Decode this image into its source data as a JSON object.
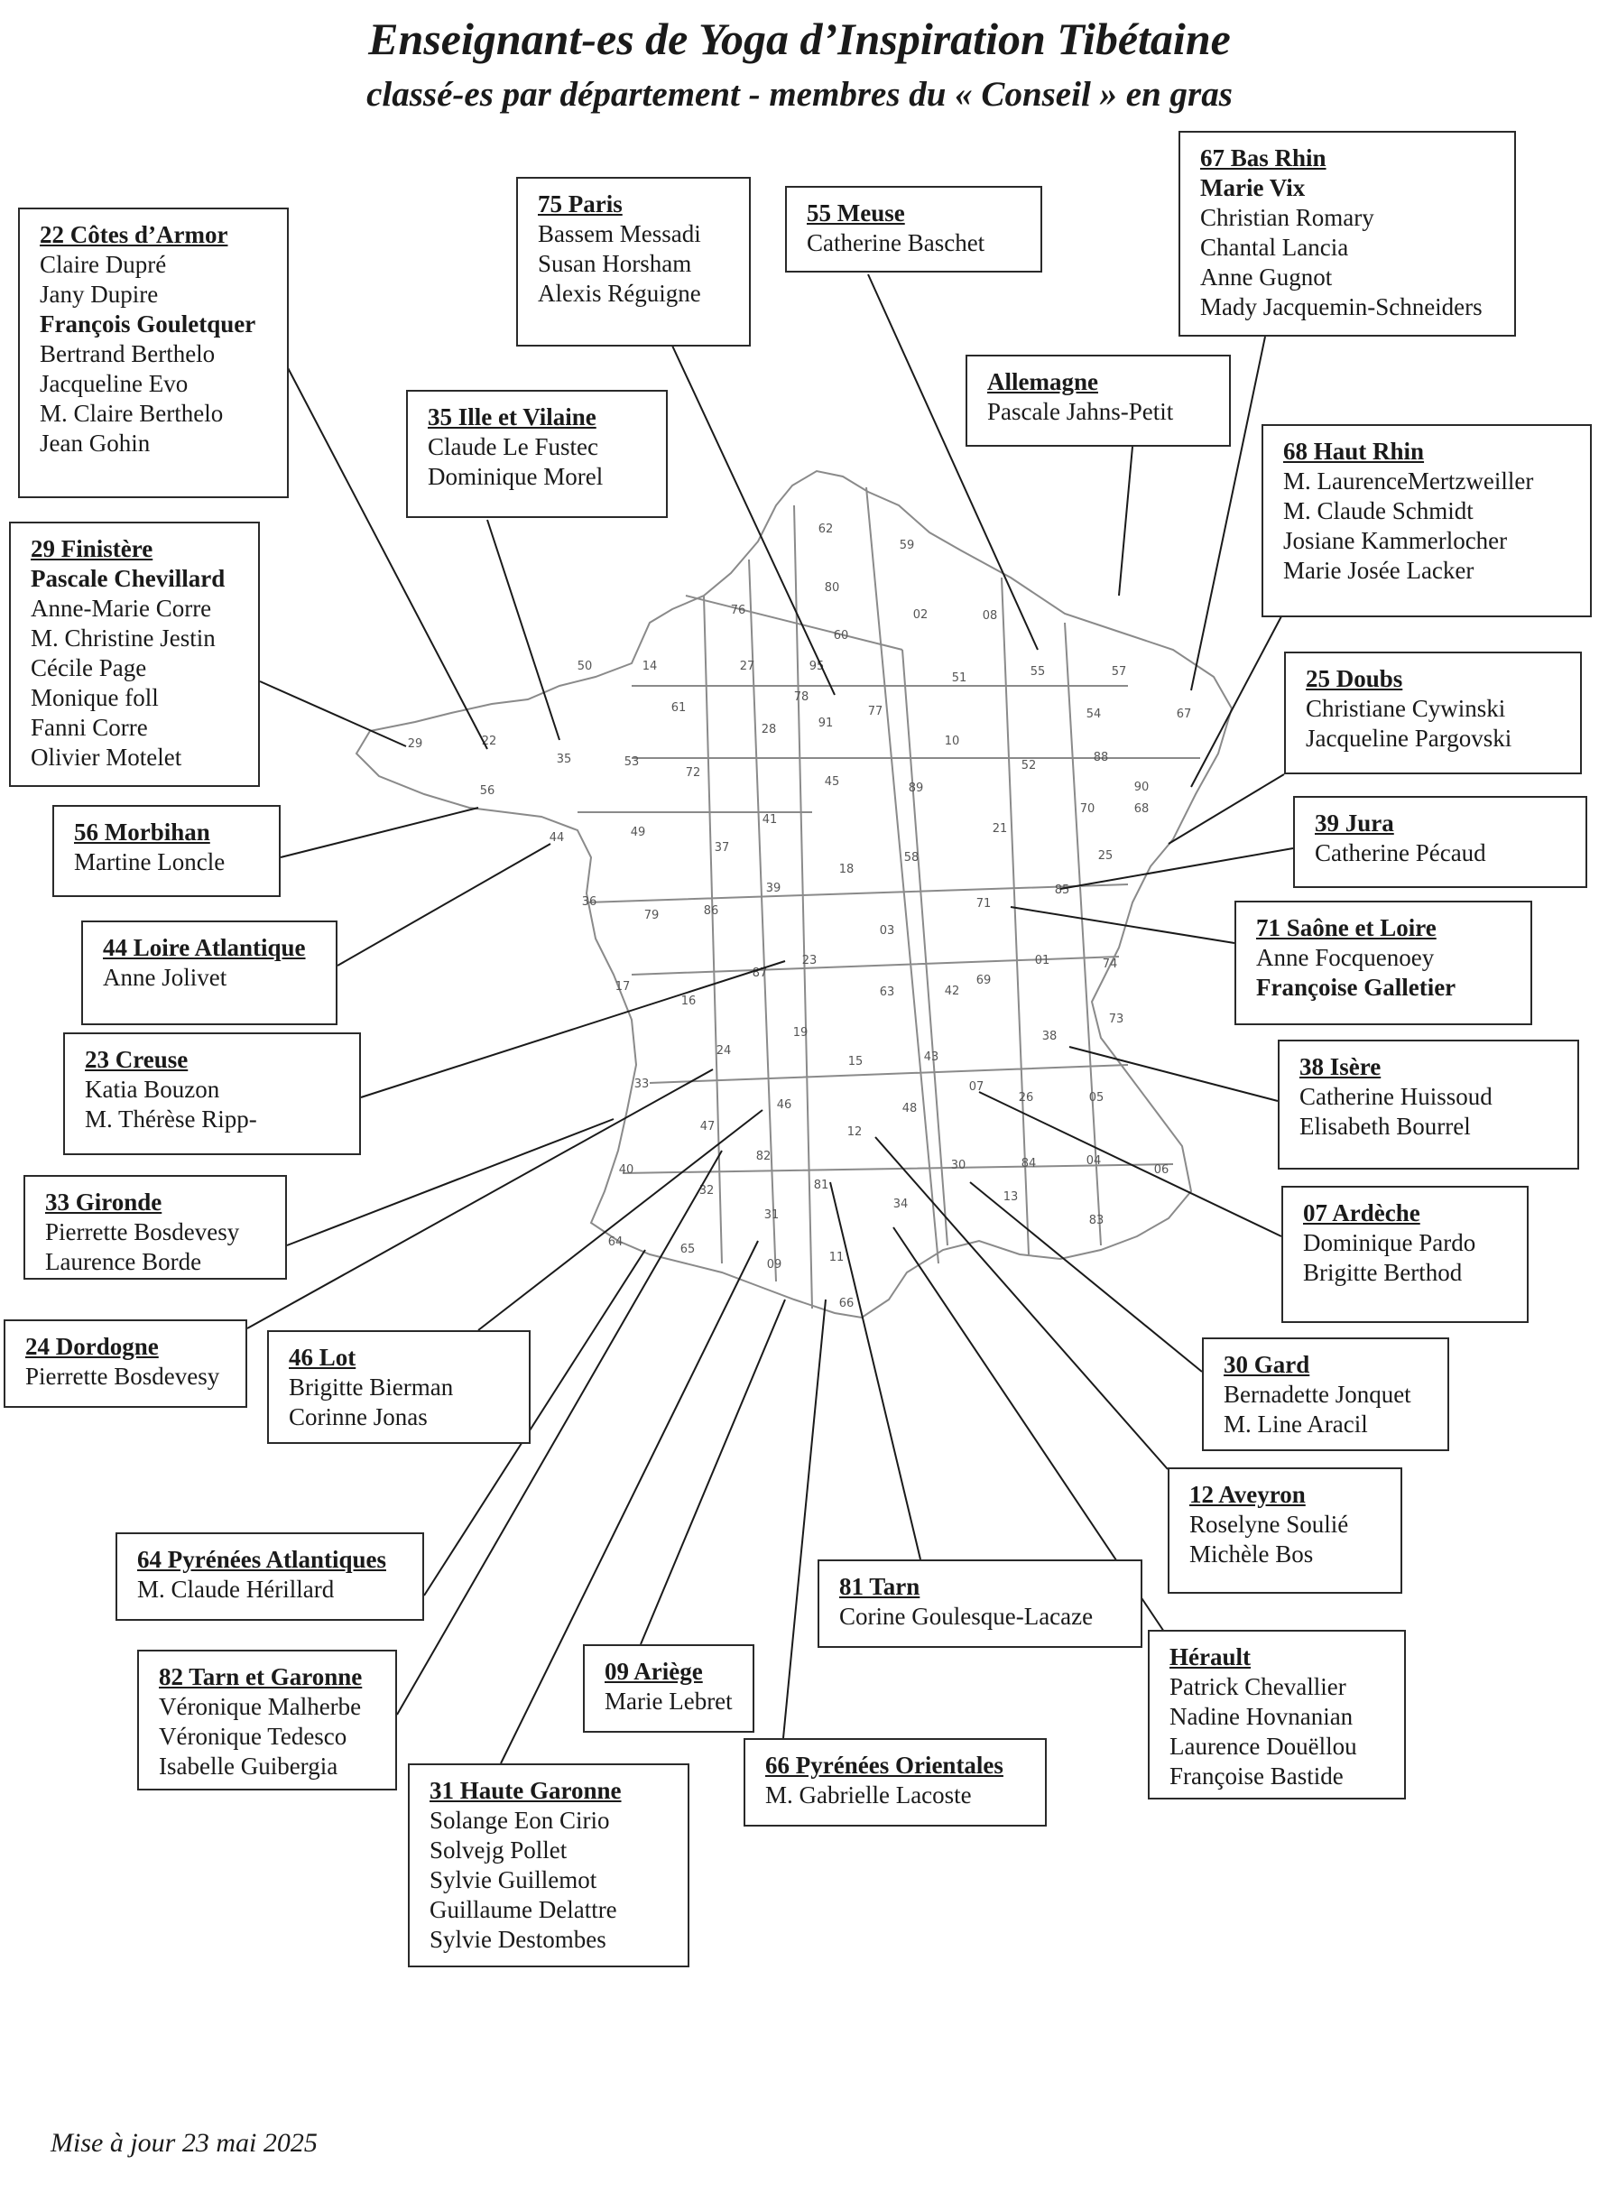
{
  "title": "Enseignant-es de Yoga d’Inspiration Tibétaine",
  "subtitle": "classé-es par département - membres du « Conseil » en gras",
  "footer": "Mise à jour 23 mai 2025",
  "boxes": [
    {
      "id": "b22",
      "dept": "22 Côtes d’Armor",
      "names": [
        {
          "name": "Claire Dupré"
        },
        {
          "name": "Jany Dupire"
        },
        {
          "name": "François Gouletquer",
          "bold": true
        },
        {
          "name": "Bertrand Berthelo"
        },
        {
          "name": "Jacqueline Evo"
        },
        {
          "name": "M. Claire Berthelo"
        },
        {
          "name": "Jean Gohin"
        }
      ]
    },
    {
      "id": "b75",
      "dept": "75 Paris",
      "names": [
        {
          "name": "Bassem Messadi"
        },
        {
          "name": "Susan Horsham"
        },
        {
          "name": "Alexis Réguigne"
        }
      ]
    },
    {
      "id": "b55",
      "dept": "55 Meuse",
      "names": [
        {
          "name": "Catherine Baschet"
        }
      ]
    },
    {
      "id": "b67",
      "dept": "67 Bas Rhin",
      "names": [
        {
          "name": "Marie Vix",
          "bold": true
        },
        {
          "name": "Christian Romary"
        },
        {
          "name": "Chantal Lancia"
        },
        {
          "name": "Anne Gugnot"
        },
        {
          "name": "Mady Jacquemin-Schneiders"
        }
      ]
    },
    {
      "id": "bAll",
      "dept": "Allemagne",
      "names": [
        {
          "name": "Pascale Jahns-Petit"
        }
      ]
    },
    {
      "id": "b35",
      "dept": "35 Ille et Vilaine",
      "names": [
        {
          "name": "Claude Le Fustec"
        },
        {
          "name": "Dominique Morel"
        }
      ]
    },
    {
      "id": "b68",
      "dept": "68 Haut Rhin",
      "names": [
        {
          "name": "M. LaurenceMertzweiller"
        },
        {
          "name": "M. Claude Schmidt"
        },
        {
          "name": "Josiane Kammerlocher"
        },
        {
          "name": "Marie Josée Lacker"
        }
      ]
    },
    {
      "id": "b29",
      "dept": "29 Finistère",
      "names": [
        {
          "name": "Pascale Chevillard",
          "bold": true
        },
        {
          "name": "Anne-Marie Corre"
        },
        {
          "name": "M. Christine Jestin"
        },
        {
          "name": "Cécile Page"
        },
        {
          "name": "Monique foll"
        },
        {
          "name": "Fanni Corre"
        },
        {
          "name": "Olivier Motelet"
        }
      ]
    },
    {
      "id": "b25",
      "dept": "25 Doubs",
      "names": [
        {
          "name": "Christiane Cywinski"
        },
        {
          "name": "Jacqueline Pargovski"
        }
      ]
    },
    {
      "id": "b56",
      "dept": "56 Morbihan",
      "names": [
        {
          "name": "Martine Loncle"
        }
      ]
    },
    {
      "id": "b39",
      "dept": "39 Jura",
      "names": [
        {
          "name": "Catherine Pécaud"
        }
      ]
    },
    {
      "id": "b44",
      "dept": "44 Loire Atlantique",
      "names": [
        {
          "name": "Anne Jolivet"
        }
      ]
    },
    {
      "id": "b71",
      "dept": "71 Saône et Loire",
      "names": [
        {
          "name": "Anne Focquenoey"
        },
        {
          "name": "Françoise Galletier",
          "bold": true
        }
      ]
    },
    {
      "id": "b23",
      "dept": "23 Creuse",
      "names": [
        {
          "name": "Katia Bouzon"
        },
        {
          "name": "M. Thérèse Ripp-"
        }
      ]
    },
    {
      "id": "b38",
      "dept": "38 Isère",
      "names": [
        {
          "name": "Catherine Huissoud"
        },
        {
          "name": "Elisabeth Bourrel"
        }
      ]
    },
    {
      "id": "b33",
      "dept": "33 Gironde",
      "names": [
        {
          "name": "Pierrette Bosdevesy"
        },
        {
          "name": "Laurence Borde"
        }
      ]
    },
    {
      "id": "b07",
      "dept": "07 Ardèche",
      "names": [
        {
          "name": "Dominique Pardo"
        },
        {
          "name": "Brigitte Berthod"
        }
      ]
    },
    {
      "id": "b24",
      "dept": "24 Dordogne",
      "names": [
        {
          "name": "Pierrette Bosdevesy"
        }
      ]
    },
    {
      "id": "b46",
      "dept": "46 Lot",
      "names": [
        {
          "name": "Brigitte Bierman"
        },
        {
          "name": "Corinne Jonas"
        }
      ]
    },
    {
      "id": "b30",
      "dept": "30 Gard",
      "names": [
        {
          "name": "Bernadette Jonquet"
        },
        {
          "name": "M. Line Aracil"
        }
      ]
    },
    {
      "id": "b12",
      "dept": "12 Aveyron",
      "names": [
        {
          "name": "Roselyne Soulié"
        },
        {
          "name": "Michèle Bos"
        }
      ]
    },
    {
      "id": "b64",
      "dept": "64 Pyrénées Atlantiques",
      "names": [
        {
          "name": "M. Claude Hérillard"
        }
      ]
    },
    {
      "id": "b81",
      "dept": "81 Tarn",
      "names": [
        {
          "name": "Corine Goulesque-Lacaze"
        }
      ]
    },
    {
      "id": "bHer",
      "dept": "Hérault",
      "names": [
        {
          "name": "Patrick Chevallier"
        },
        {
          "name": "Nadine Hovnanian"
        },
        {
          "name": "Laurence Douëllou"
        },
        {
          "name": "Françoise Bastide"
        }
      ]
    },
    {
      "id": "b82",
      "dept": "82 Tarn et Garonne",
      "names": [
        {
          "name": "Véronique Malherbe"
        },
        {
          "name": "Véronique Tedesco"
        },
        {
          "name": "Isabelle Guibergia"
        }
      ]
    },
    {
      "id": "b09",
      "dept": "09 Ariège",
      "names": [
        {
          "name": "Marie Lebret"
        }
      ]
    },
    {
      "id": "b66",
      "dept": "66 Pyrénées Orientales",
      "names": [
        {
          "name": "M. Gabrielle Lacoste"
        }
      ]
    },
    {
      "id": "b31",
      "dept": "31 Haute Garonne",
      "names": [
        {
          "name": "Solange Eon Cirio"
        },
        {
          "name": "Solvejg Pollet"
        },
        {
          "name": "Sylvie Guillemot"
        },
        {
          "name": "Guillaume Delattre"
        },
        {
          "name": "Sylvie Destombes"
        }
      ]
    }
  ],
  "map_labels": [
    "62",
    "59",
    "80",
    "76",
    "02",
    "08",
    "60",
    "55",
    "57",
    "14",
    "27",
    "95",
    "51",
    "50",
    "61",
    "78",
    "91",
    "77",
    "28",
    "54",
    "67",
    "10",
    "22",
    "29",
    "35",
    "53",
    "72",
    "45",
    "89",
    "52",
    "88",
    "56",
    "41",
    "21",
    "70",
    "68",
    "90",
    "44",
    "49",
    "37",
    "18",
    "58",
    "25",
    "36",
    "39",
    "85",
    "79",
    "86",
    "71",
    "03",
    "74",
    "23",
    "87",
    "17",
    "16",
    "63",
    "42",
    "69",
    "01",
    "73",
    "38",
    "19",
    "24",
    "33",
    "15",
    "43",
    "07",
    "26",
    "05",
    "46",
    "47",
    "48",
    "40",
    "82",
    "12",
    "30",
    "84",
    "04",
    "06",
    "32",
    "81",
    "34",
    "13",
    "83",
    "64",
    "65",
    "31",
    "11",
    "09",
    "66"
  ]
}
